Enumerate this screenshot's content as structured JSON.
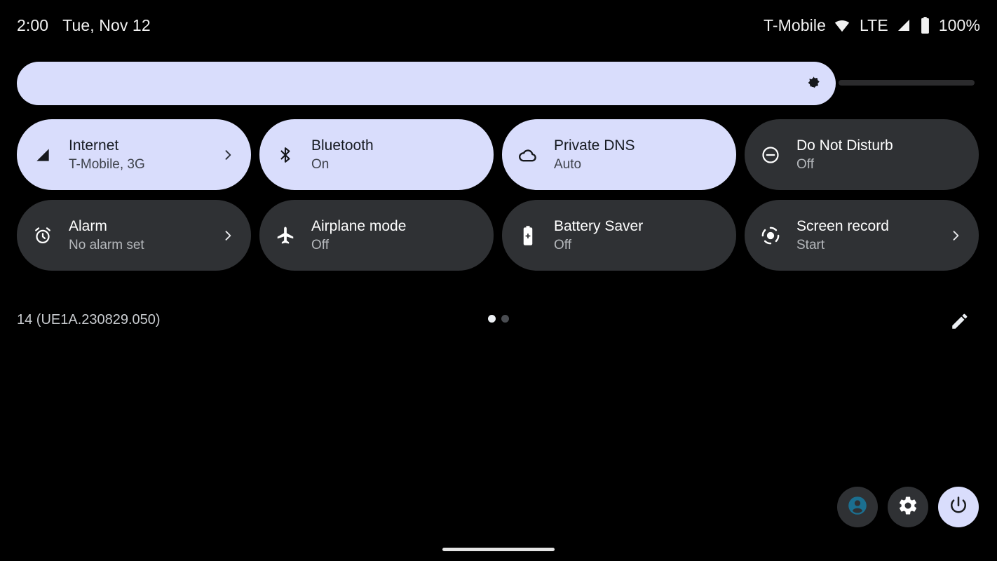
{
  "status_bar": {
    "clock": "2:00",
    "date": "Tue, Nov 12",
    "carrier": "T-Mobile",
    "network_type": "LTE",
    "battery_percent": "100%",
    "icons": [
      "wifi-icon",
      "signal-bars-icon",
      "battery-icon"
    ]
  },
  "brightness": {
    "name": "brightness-slider",
    "icon": "brightness-sun-icon",
    "fill_percent": 85,
    "fill_color": "#d9ddfc",
    "track_color": "#2b2b2d"
  },
  "tiles": [
    {
      "id": "internet",
      "icon": "signal-cellular-icon",
      "label": "Internet",
      "sub": "T-Mobile, 3G",
      "state": "active",
      "has_chevron": true
    },
    {
      "id": "bluetooth",
      "icon": "bluetooth-icon",
      "label": "Bluetooth",
      "sub": "On",
      "state": "active",
      "has_chevron": false
    },
    {
      "id": "private-dns",
      "icon": "cloud-icon",
      "label": "Private DNS",
      "sub": "Auto",
      "state": "active",
      "has_chevron": false
    },
    {
      "id": "do-not-disturb",
      "icon": "do-not-disturb-icon",
      "label": "Do Not Disturb",
      "sub": "Off",
      "state": "inactive",
      "has_chevron": false
    },
    {
      "id": "alarm",
      "icon": "alarm-clock-icon",
      "label": "Alarm",
      "sub": "No alarm set",
      "state": "inactive",
      "has_chevron": true
    },
    {
      "id": "airplane-mode",
      "icon": "airplane-icon",
      "label": "Airplane mode",
      "sub": "Off",
      "state": "inactive",
      "has_chevron": false
    },
    {
      "id": "battery-saver",
      "icon": "battery-saver-icon",
      "label": "Battery Saver",
      "sub": "Off",
      "state": "inactive",
      "has_chevron": false
    },
    {
      "id": "screen-record",
      "icon": "screen-record-icon",
      "label": "Screen record",
      "sub": "Start",
      "state": "inactive",
      "has_chevron": true
    }
  ],
  "footer": {
    "build_label": "14 (UE1A.230829.050)",
    "page_dots": {
      "total": 2,
      "active_index": 0
    },
    "edit_icon": "pencil-edit-icon"
  },
  "action_buttons": [
    {
      "id": "user-switcher",
      "icon": "user-avatar-icon",
      "style": "dark",
      "icon_color": "#1b6f90"
    },
    {
      "id": "settings",
      "icon": "gear-icon",
      "style": "dark",
      "icon_color": "#ffffff"
    },
    {
      "id": "power",
      "icon": "power-icon",
      "style": "light",
      "icon_color": "#1a1c1e"
    }
  ],
  "colors": {
    "background": "#000000",
    "tile_active": "#d9ddfc",
    "tile_inactive": "#2f3134",
    "text_primary": "#ffffff",
    "accent_teal": "#1b6f90"
  },
  "home_indicator": {
    "name": "home-indicator"
  }
}
